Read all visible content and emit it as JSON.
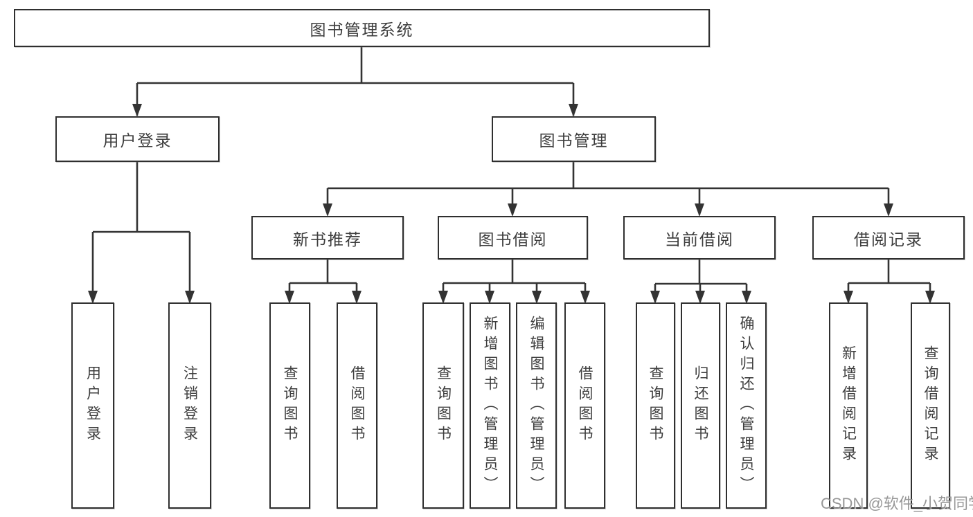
{
  "diagram": {
    "nodes": {
      "root": {
        "label": "图书管理系统"
      },
      "user_login": {
        "label": "用户登录"
      },
      "book_mgmt": {
        "label": "图书管理"
      },
      "new_book": {
        "label": "新书推荐"
      },
      "book_borrow": {
        "label": "图书借阅"
      },
      "current_borrow": {
        "label": "当前借阅"
      },
      "borrow_record": {
        "label": "借阅记录"
      }
    },
    "leaves": {
      "user_login": [
        "用户登录",
        "注销登录"
      ],
      "new_book": [
        "查询图书",
        "借阅图书"
      ],
      "book_borrow": [
        "查询图书",
        "新增图书（管理员）",
        "编辑图书（管理员）",
        "借阅图书"
      ],
      "current_borrow": [
        "查询图书",
        "归还图书",
        "确认归还（管理员）"
      ],
      "borrow_record": [
        "新增借阅记录",
        "查询借阅记录"
      ]
    },
    "watermark": "CSDN @软件_小贺同学",
    "colors": {
      "line": "#333333",
      "border": "#2f2f2f",
      "text": "#3d3d3d",
      "watermark": "#8c8c8c",
      "background": "#ffffff"
    }
  }
}
